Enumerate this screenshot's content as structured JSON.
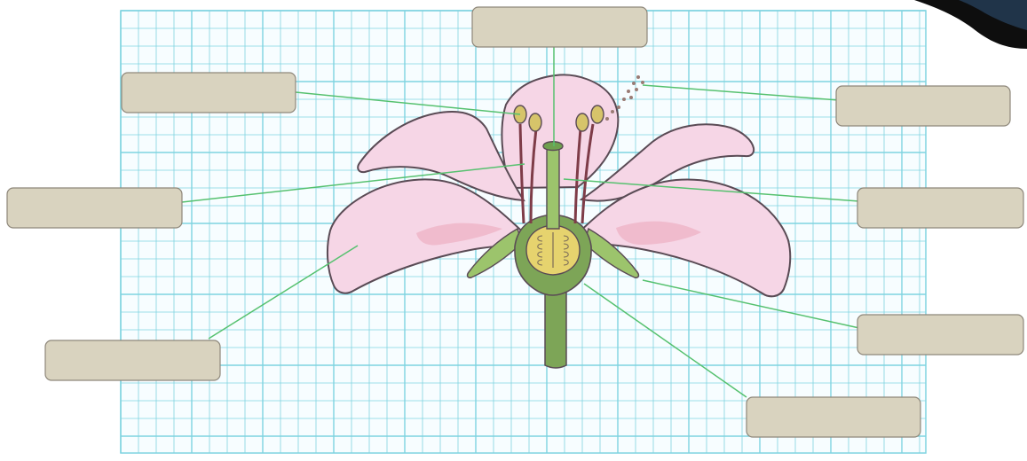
{
  "diagram": {
    "label_boxes": [
      {
        "id": "top",
        "text": ""
      },
      {
        "id": "left-1",
        "text": ""
      },
      {
        "id": "left-2",
        "text": ""
      },
      {
        "id": "left-3",
        "text": ""
      },
      {
        "id": "right-1",
        "text": ""
      },
      {
        "id": "right-2",
        "text": ""
      },
      {
        "id": "right-3",
        "text": ""
      },
      {
        "id": "right-4",
        "text": ""
      }
    ],
    "colors": {
      "grid_line": "#7fd3e0",
      "petal_fill": "#f6d6e6",
      "petal_shadow": "#efb6c8",
      "outline": "#5a4b55",
      "stem_green": "#7da557",
      "dark_green": "#4d7b34",
      "ovule_yellow": "#e6d36e",
      "label_fill": "#d9d3bf",
      "label_stroke": "#8e877a",
      "leader_line": "#56c16f",
      "pollen": "#9a7b74",
      "anther": "#d6c46a",
      "filament": "#7e3c48"
    }
  }
}
